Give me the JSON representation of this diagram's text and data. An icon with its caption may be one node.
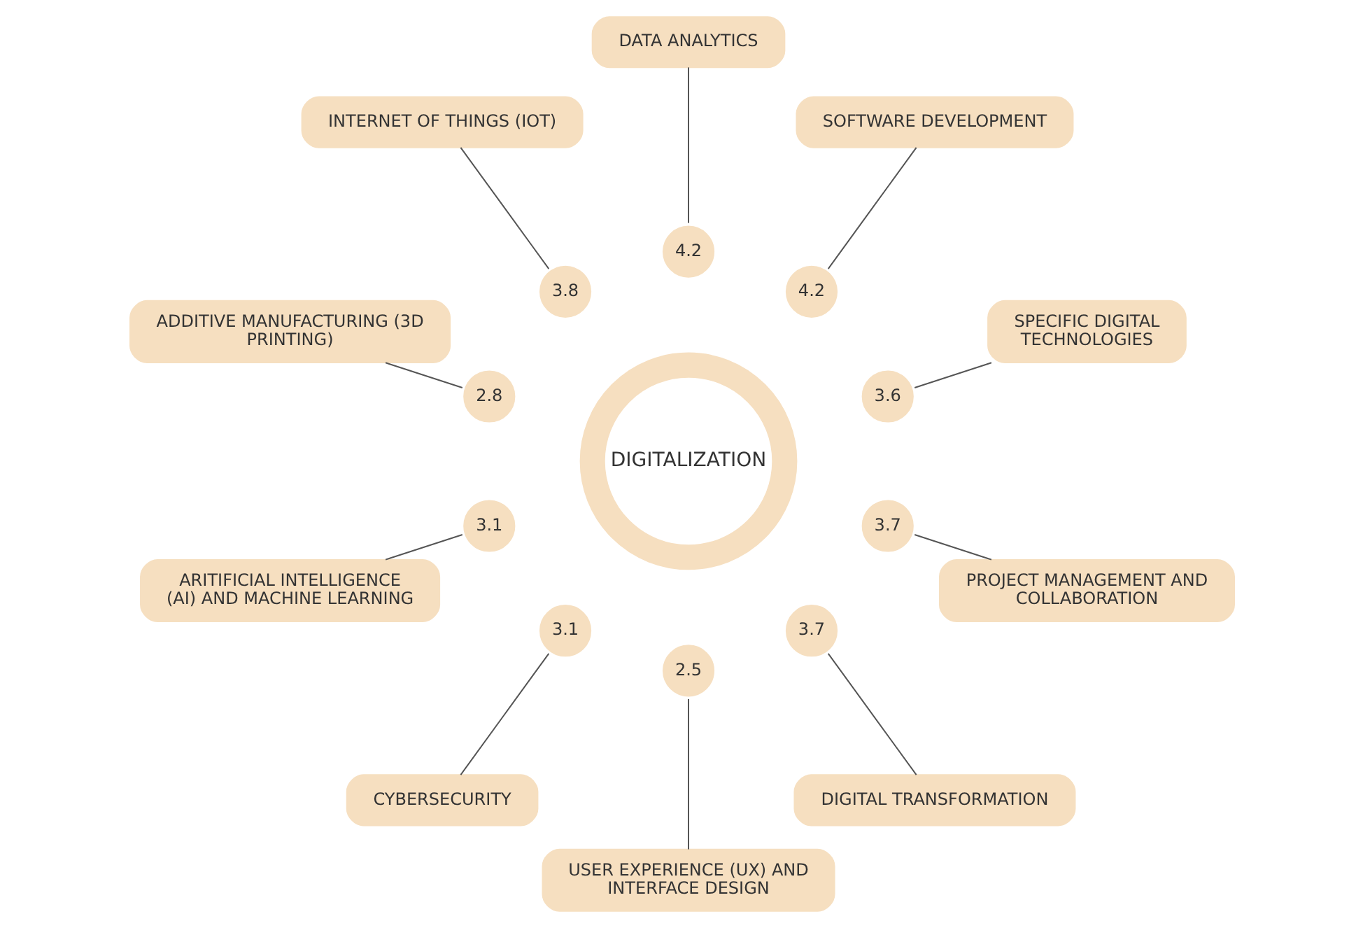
{
  "diagram": {
    "nodes": [
      {
        "text": [
          "DIGITALIZATION"
        ]
      },
      {
        "text": [
          "SPECIFIC DIGITAL TECHNOLOGIES"
        ]
      },
      {
        "text": [
          "3.6"
        ]
      },
      {
        "text": [
          "SOFTWARE DEVELOPMENT"
        ]
      },
      {
        "text": [
          "4.2"
        ]
      },
      {
        "text": [
          "DATA ANALYTICS"
        ]
      },
      {
        "text": [
          "4.2"
        ]
      },
      {
        "text": [
          "INTERNET OF THINGS (IOT)"
        ]
      },
      {
        "text": [
          "3.8"
        ]
      },
      {
        "text": [
          "ADDITIVE MANUFACTURING (3D PRINTING)"
        ]
      },
      {
        "text": [
          "2.8"
        ]
      },
      {
        "text": [
          "ARITIFICIAL INTELLIGENCE (AI) AND MACHINE LEARNING"
        ]
      },
      {
        "text": [
          "3.1"
        ]
      },
      {
        "text": [
          "CYBERSECURITY"
        ]
      },
      {
        "text": [
          "3.1"
        ]
      },
      {
        "text": [
          "USER EXPERIENCE (UX) AND INTERFACE DESIGN"
        ]
      },
      {
        "text": [
          "2.5"
        ]
      },
      {
        "text": [
          "DIGITAL TRANSFORMATION"
        ]
      },
      {
        "text": [
          "3.7"
        ]
      },
      {
        "text": [
          "PROJECT MANAGEMENT AND COLLABORATION"
        ]
      },
      {
        "text": [
          "3.7"
        ]
      }
    ],
    "edges": [
      {
        "from": 1,
        "to": 2,
        "arrow": "none"
      },
      {
        "from": 3,
        "to": 4,
        "arrow": "none"
      },
      {
        "from": 5,
        "to": 6,
        "arrow": "none"
      },
      {
        "from": 7,
        "to": 8,
        "arrow": "none"
      },
      {
        "from": 9,
        "to": 10,
        "arrow": "none"
      },
      {
        "from": 11,
        "to": 12,
        "arrow": "none"
      },
      {
        "from": 13,
        "to": 14,
        "arrow": "none"
      },
      {
        "from": 15,
        "to": 16,
        "arrow": "none"
      },
      {
        "from": 17,
        "to": 18,
        "arrow": "none"
      },
      {
        "from": 19,
        "to": 20,
        "arrow": "none"
      }
    ]
  }
}
